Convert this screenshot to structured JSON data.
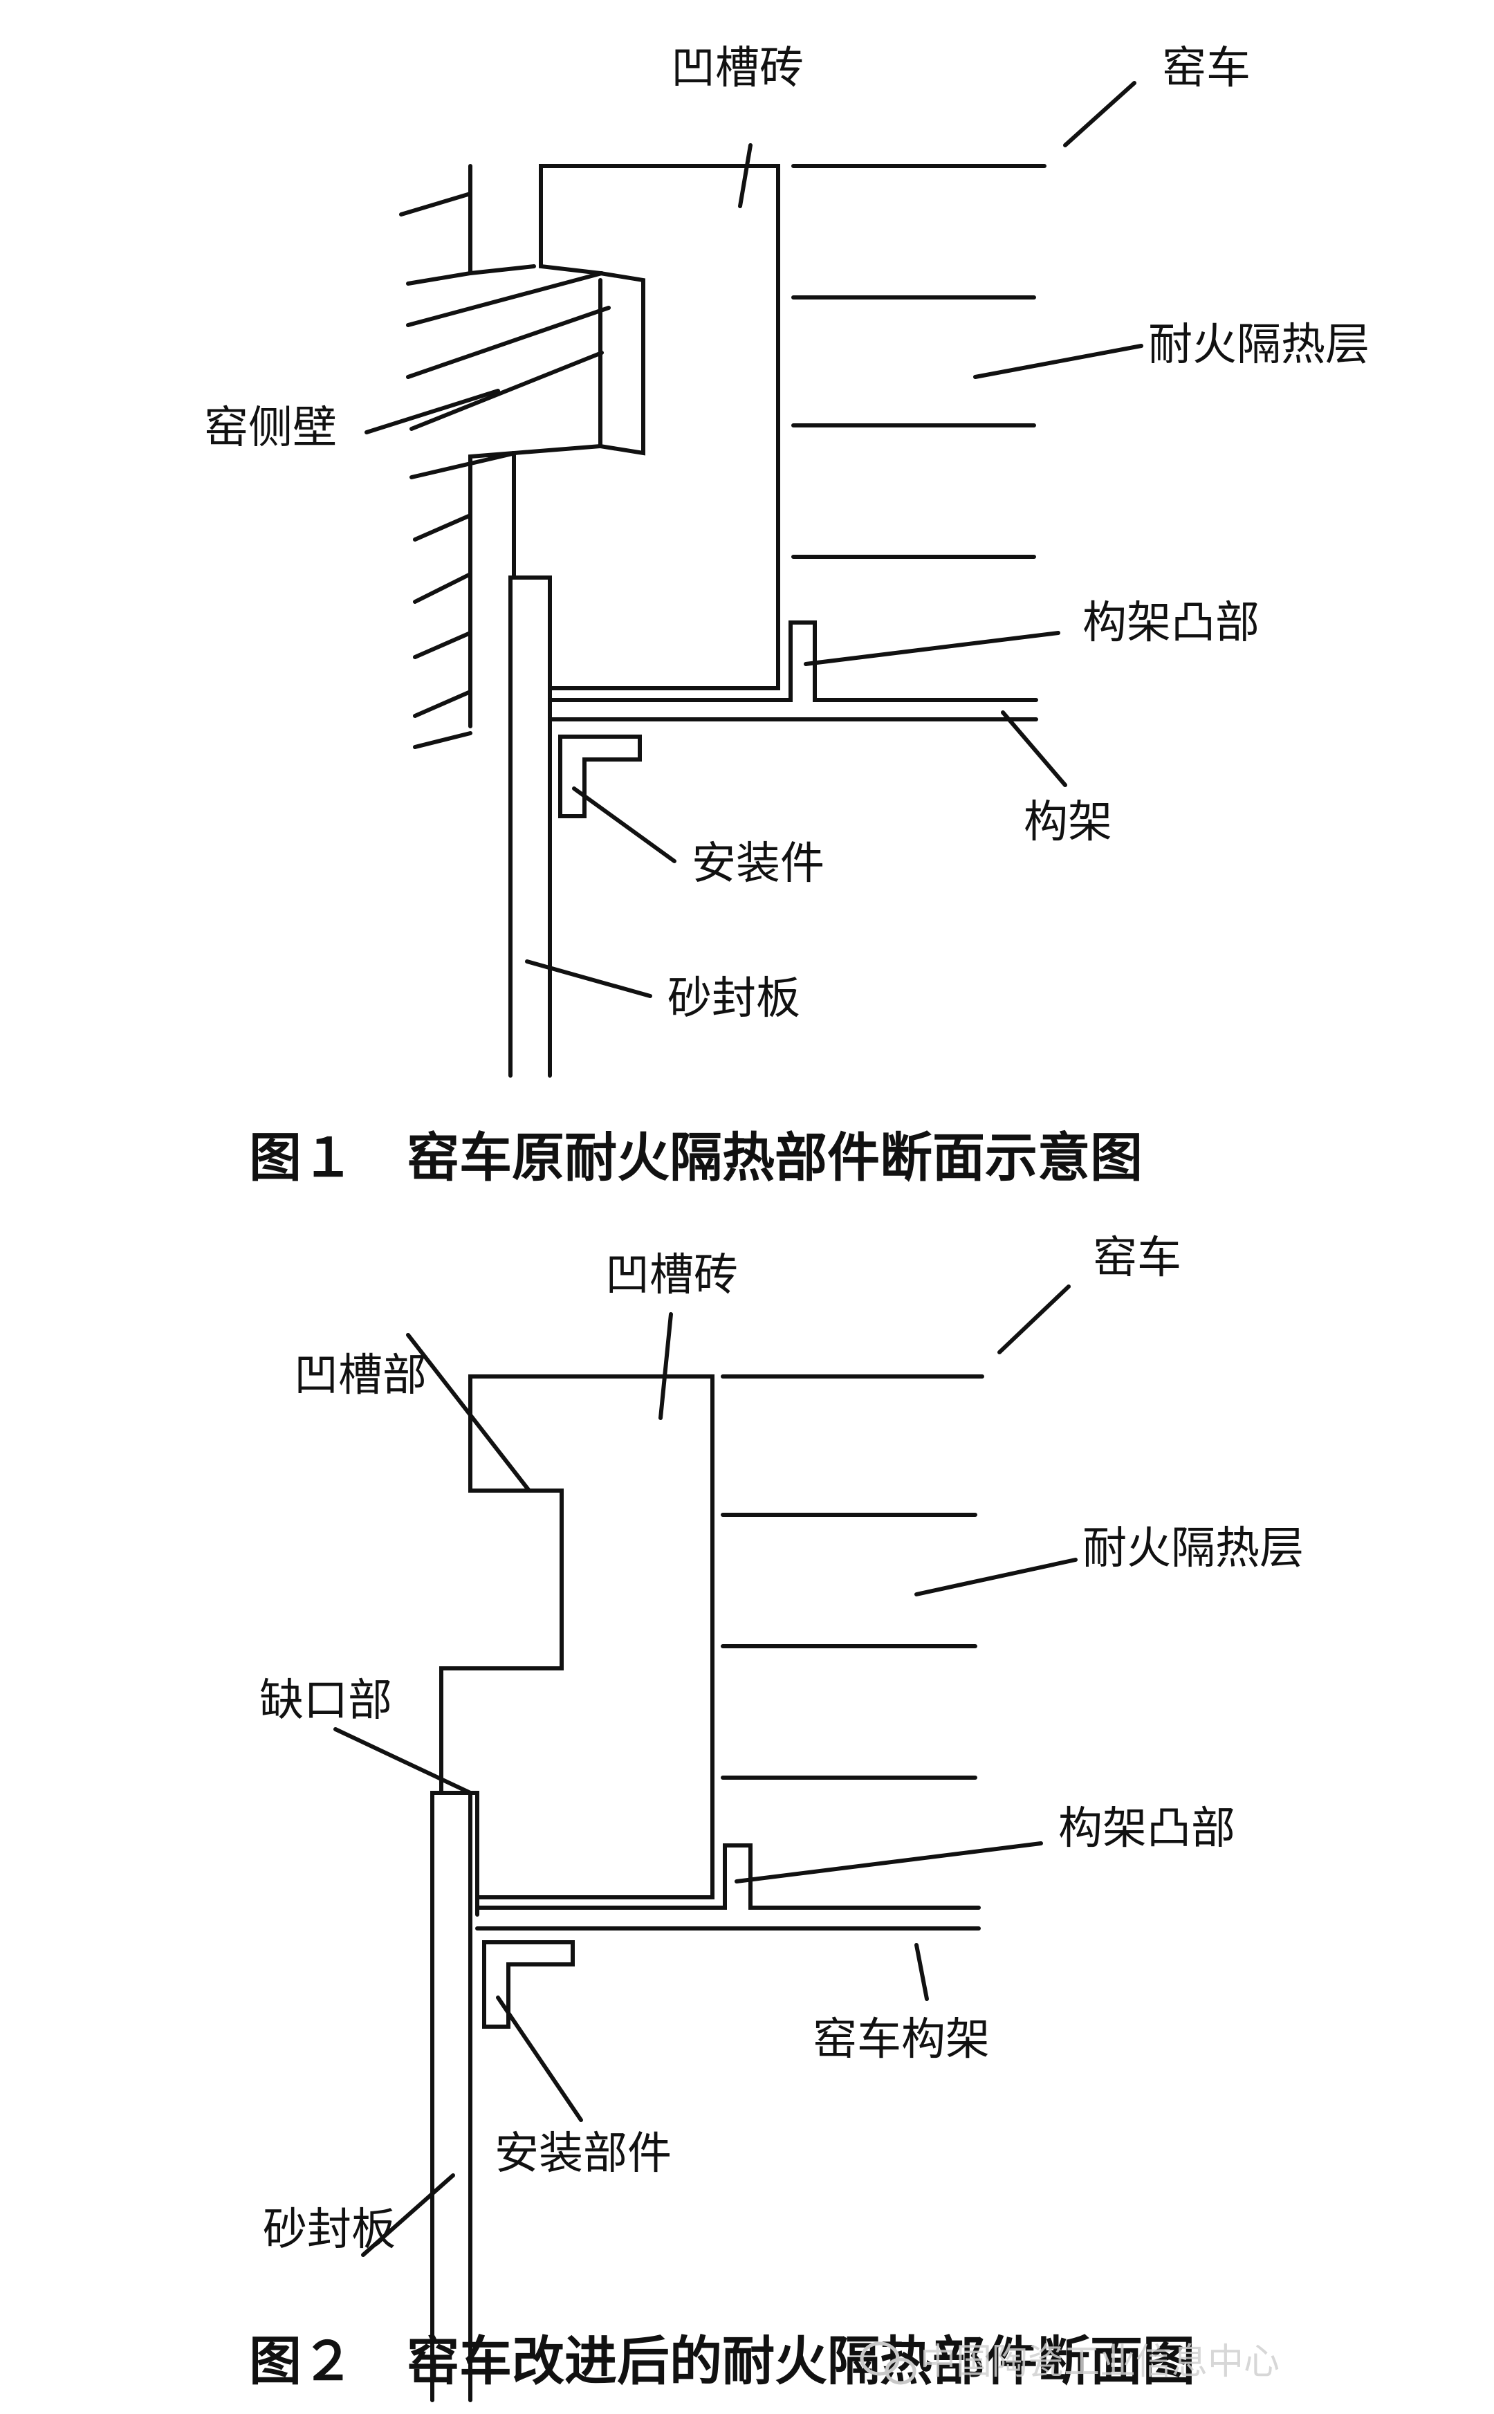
{
  "figure1": {
    "caption": "图１　窑车原耐火隔热部件断面示意图",
    "labels": {
      "groove_brick": "凹槽砖",
      "kiln_car": "窑车",
      "insulation_layer": "耐火隔热层",
      "kiln_side_wall": "窑侧壁",
      "frame_protrusion": "构架凸部",
      "frame": "构架",
      "mounting_part": "安装件",
      "sand_seal_plate": "砂封板"
    }
  },
  "figure2": {
    "caption": "图２　窑车改进后的耐火隔热部件断面图",
    "labels": {
      "groove_brick": "凹槽砖",
      "kiln_car": "窑车",
      "groove_part": "凹槽部",
      "insulation_layer": "耐火隔热层",
      "notch_part": "缺口部",
      "frame_protrusion": "构架凸部",
      "kiln_car_frame": "窑车构架",
      "mounting_component": "安装部件",
      "sand_seal_plate": "砂封板"
    }
  },
  "watermark": {
    "text": "中国陶瓷工业信息中心",
    "icon": "wechat-icon"
  }
}
